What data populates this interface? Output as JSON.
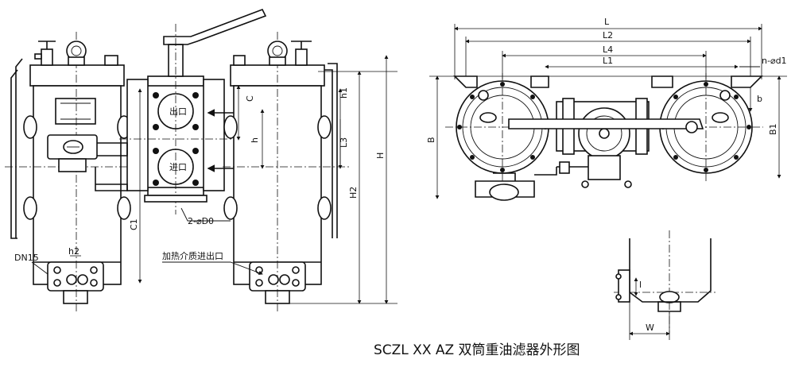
{
  "caption": "SCZL XX AZ 双筒重油滤器外形图",
  "side_view": {
    "labels": {
      "dn15": "DN15",
      "h2_small": "h2",
      "c1": "C1",
      "c": "C",
      "h1": "h1",
      "l3": "L3",
      "h": "h",
      "h2": "H2",
      "H": "H",
      "d0": "2-⌀D0",
      "heating_port": "加热介质进出口",
      "outlet_mark": "出口",
      "inlet_mark": "进口"
    }
  },
  "top_view": {
    "labels": {
      "L": "L",
      "L2": "L2",
      "L4": "L4",
      "L1": "L1",
      "nd1": "n-⌀d1",
      "b": "b",
      "B": "B",
      "B1": "B1"
    }
  },
  "detail_view": {
    "labels": {
      "l": "l",
      "W": "W"
    }
  }
}
